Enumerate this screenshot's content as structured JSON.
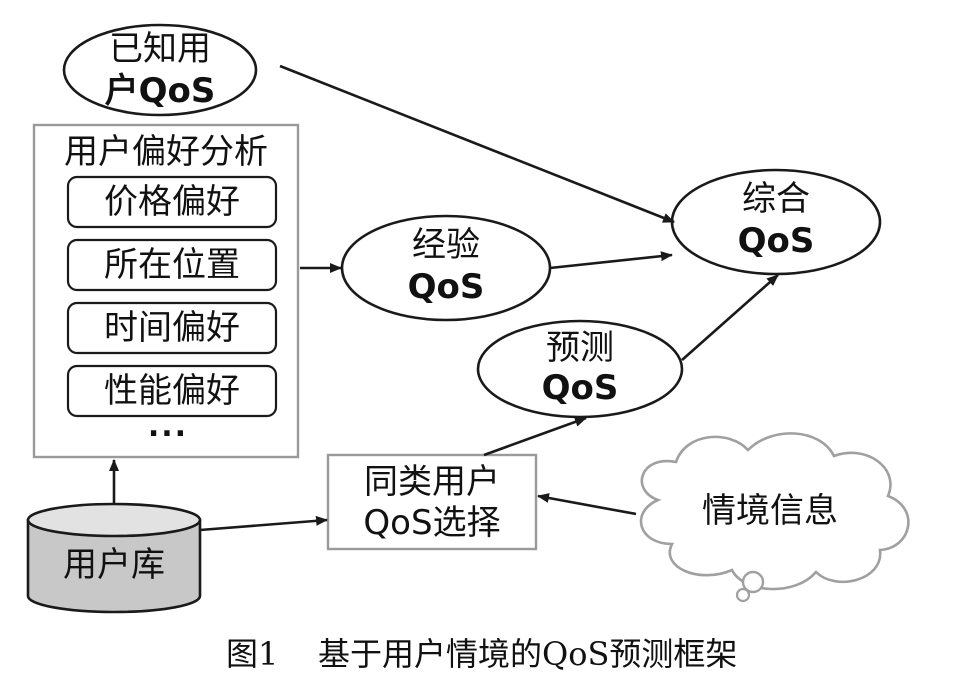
{
  "nodes": {
    "known_qos": {
      "line1": "已知用",
      "line2": "户QoS"
    },
    "user_pref_analysis": {
      "title": "用户偏好分析",
      "items": [
        "价格偏好",
        "所在位置",
        "时间偏好",
        "性能偏好"
      ],
      "ellipsis": "..."
    },
    "empirical_qos": {
      "line1": "经验",
      "line2": "QoS"
    },
    "combined_qos": {
      "line1": "综合",
      "line2": "QoS"
    },
    "predicted_qos": {
      "line1": "预测",
      "line2": "QoS"
    },
    "similar_user_selection": {
      "line1": "同类用户",
      "line2": "QoS选择"
    },
    "context_info": {
      "label": "情境信息"
    },
    "user_db": {
      "label": "用户库"
    }
  },
  "caption": {
    "fig": "图1",
    "text": "基于用户情境的QoS预测框架"
  },
  "colors": {
    "stroke": "#1a1a1a",
    "box_border": "#9a9a9a",
    "db_fill": "#c8c8c8",
    "cloud_border": "#a0a0a0"
  }
}
